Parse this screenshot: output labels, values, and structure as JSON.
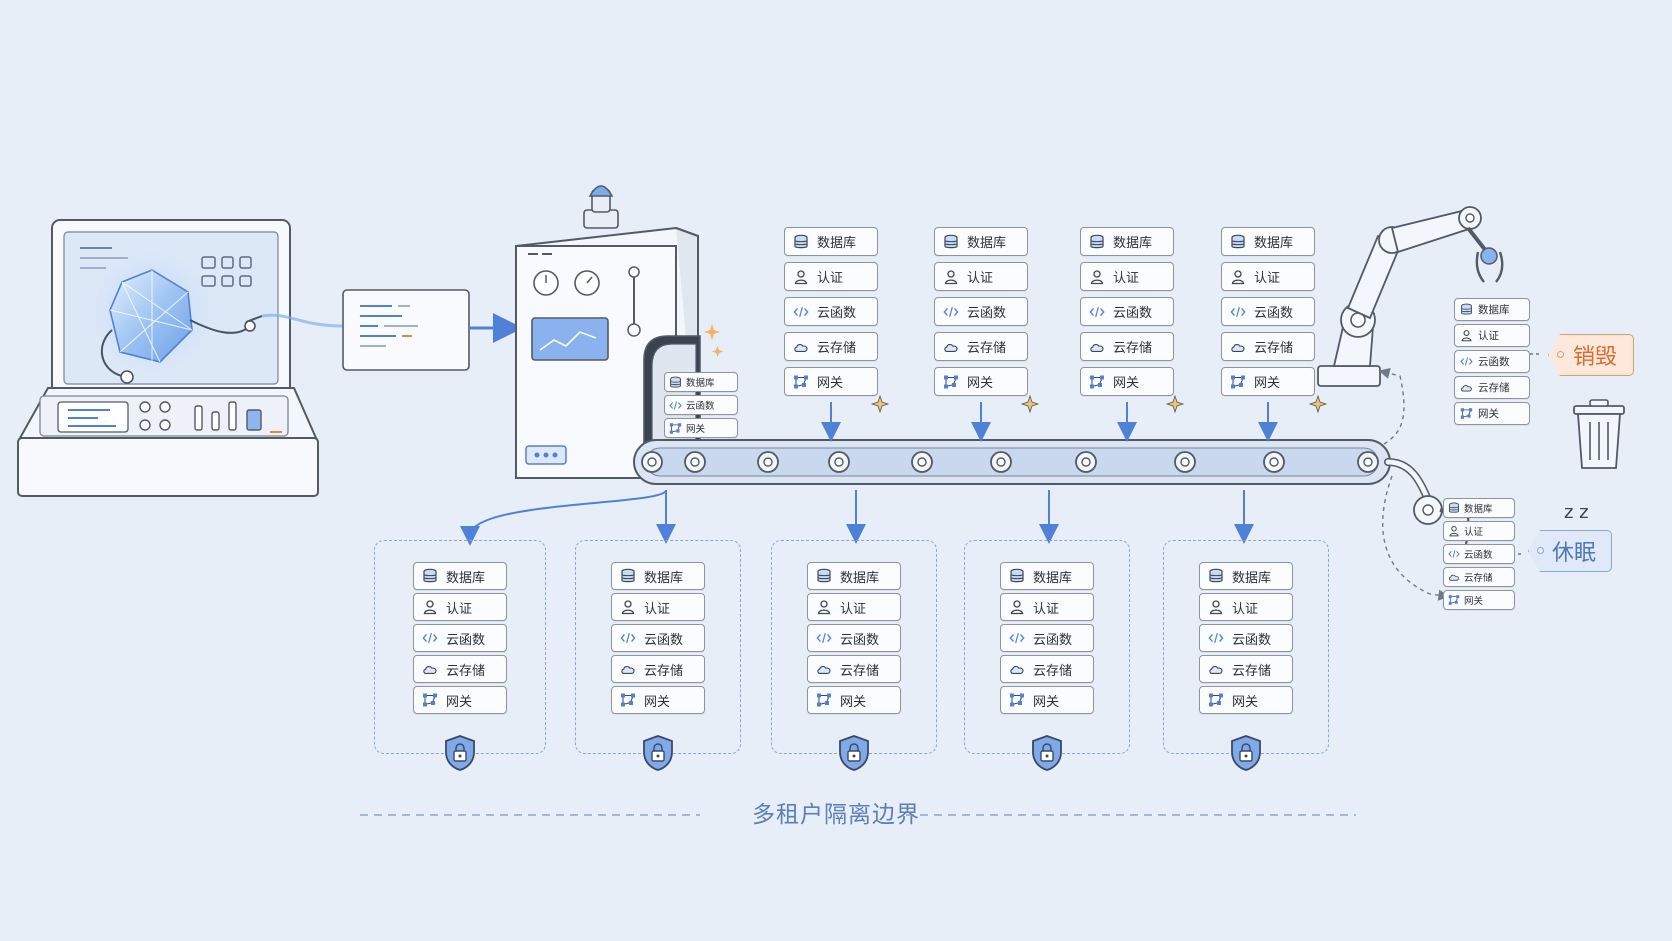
{
  "service_labels": {
    "database": "数据库",
    "auth": "认证",
    "functions": "云函数",
    "storage": "云存储",
    "gateway": "网关"
  },
  "services_full": [
    {
      "key": "database",
      "icon": "database-icon"
    },
    {
      "key": "auth",
      "icon": "user-icon"
    },
    {
      "key": "functions",
      "icon": "code-icon"
    },
    {
      "key": "storage",
      "icon": "cloud-icon"
    },
    {
      "key": "gateway",
      "icon": "network-icon"
    }
  ],
  "machine_output_services": [
    "数据库",
    "云函数",
    "网关"
  ],
  "top_stack_count": 4,
  "tenant_count": 5,
  "boundary_label": "多租户隔离边界",
  "lifecycle": {
    "destroy_label": "销毁",
    "sleep_label": "休眠",
    "sleep_symbol": "z z"
  },
  "colors": {
    "background": "#e8eef8",
    "accent_blue": "#4f82d6",
    "dashed_border": "#8aa6d0",
    "destroy_orange": "#dd6b2c",
    "sleep_blue": "#4e77b7"
  }
}
